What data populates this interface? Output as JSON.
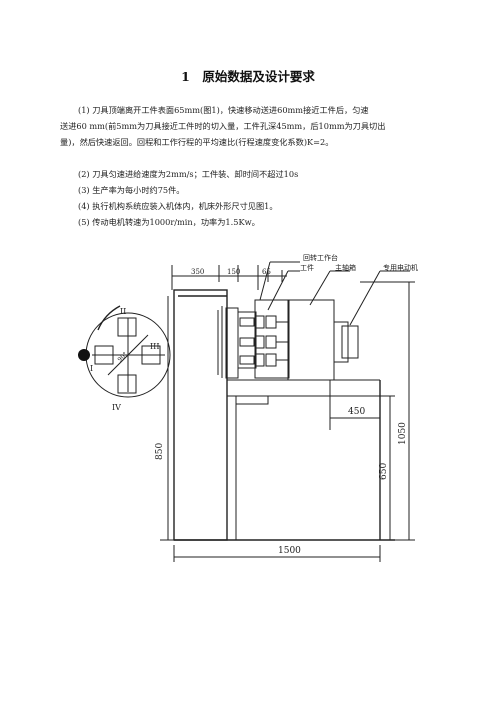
{
  "heading": "1　原始数据及设计要求",
  "requirements": [
    {
      "line1": "(1) 刀具顶端离开工件表面65mm(图1)，快速移动送进60mm接近工件后，匀速",
      "line2": "送进60 mm(前5mm为刀具接近工件时的切入量，工件孔深45mm，后10mm为刀具切出",
      "line3": "量)，然后快速返回。回程和工作行程的平均速比(行程速度变化系数)K=2。"
    },
    {
      "line1": "(2) 刀具匀速进给速度为2mm/s；工件装、卸时间不超过10s"
    },
    {
      "line1": "(3) 生产率为每小时约75件。"
    },
    {
      "line1": "(4) 执行机构系统应装入机体内，机床外形尺寸见图1。"
    },
    {
      "line1": "(5) 传动电机转速为1000r/min，功率为1.5Kw。"
    }
  ],
  "figure": {
    "labels": {
      "rotary_table": "回转工作台",
      "workpiece": "工件",
      "headstock": "主轴箱",
      "motor": "专用电动机"
    },
    "dimensions": {
      "d350": "350",
      "d150": "150",
      "d65": "65",
      "d450": "450",
      "d850": "850",
      "d650": "650",
      "d1050": "1050",
      "d1500": "1500"
    },
    "stations": {
      "s1": "I",
      "s2": "II",
      "s3": "III",
      "s4": "IV"
    },
    "center_label": "90°"
  }
}
